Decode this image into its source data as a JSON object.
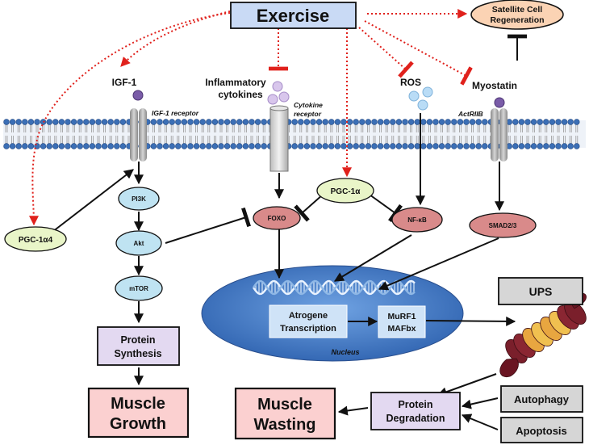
{
  "nodes": {
    "exercise": "Exercise",
    "satellite_line1": "Satellite Cell",
    "satellite_line2": "Regeneration",
    "igf1": "IGF-1",
    "igf1_receptor": "IGF-1 receptor",
    "inflammatory_line1": "Inflammatory",
    "inflammatory_line2": "cytokines",
    "cytokine_receptor_line1": "Cytokine",
    "cytokine_receptor_line2": "receptor",
    "ros": "ROS",
    "myostatin": "Myostatin",
    "actriib": "ActRIIB",
    "pi3k": "PI3K",
    "akt": "Akt",
    "mtor": "mTOR",
    "pgc1a4": "PGC-1α4",
    "pgc1a": "PGC-1α",
    "foxo": "FOXO",
    "nfkb": "NF-κB",
    "smad": "SMAD2/3",
    "protein_synthesis_line1": "Protein",
    "protein_synthesis_line2": "Synthesis",
    "muscle_growth_line1": "Muscle",
    "muscle_growth_line2": "Growth",
    "atrogene_line1": "Atrogene",
    "atrogene_line2": "Transcription",
    "murf1": "MuRF1",
    "mafbx": "MAFbx",
    "nucleus": "Nucleus",
    "ups": "UPS",
    "autophagy": "Autophagy",
    "apoptosis": "Apoptosis",
    "protein_degradation_line1": "Protein",
    "protein_degradation_line2": "Degradation",
    "muscle_wasting_line1": "Muscle",
    "muscle_wasting_line2": "Wasting"
  },
  "colors": {
    "exercise_fill": "#c9daf5",
    "dotted_red": "#e0211c",
    "membrane_head": "#3b6fb6",
    "receptor_gray": "#a8a8a8",
    "pink_oval": "#d98a8a",
    "green_oval": "#e9f5c8",
    "blue_oval": "#bfe3f2",
    "peach_oval": "#fbd3b4",
    "lavender_box": "#e3d9f1",
    "pink_box": "#fbd0d0",
    "nucleus_blue": "#3f79c8",
    "gray_box": "#d6d6d6",
    "ligand_purple": "#7a5ca8",
    "cytokine_lilac": "#d8c6ec",
    "ros_blue": "#b9dcf6"
  }
}
